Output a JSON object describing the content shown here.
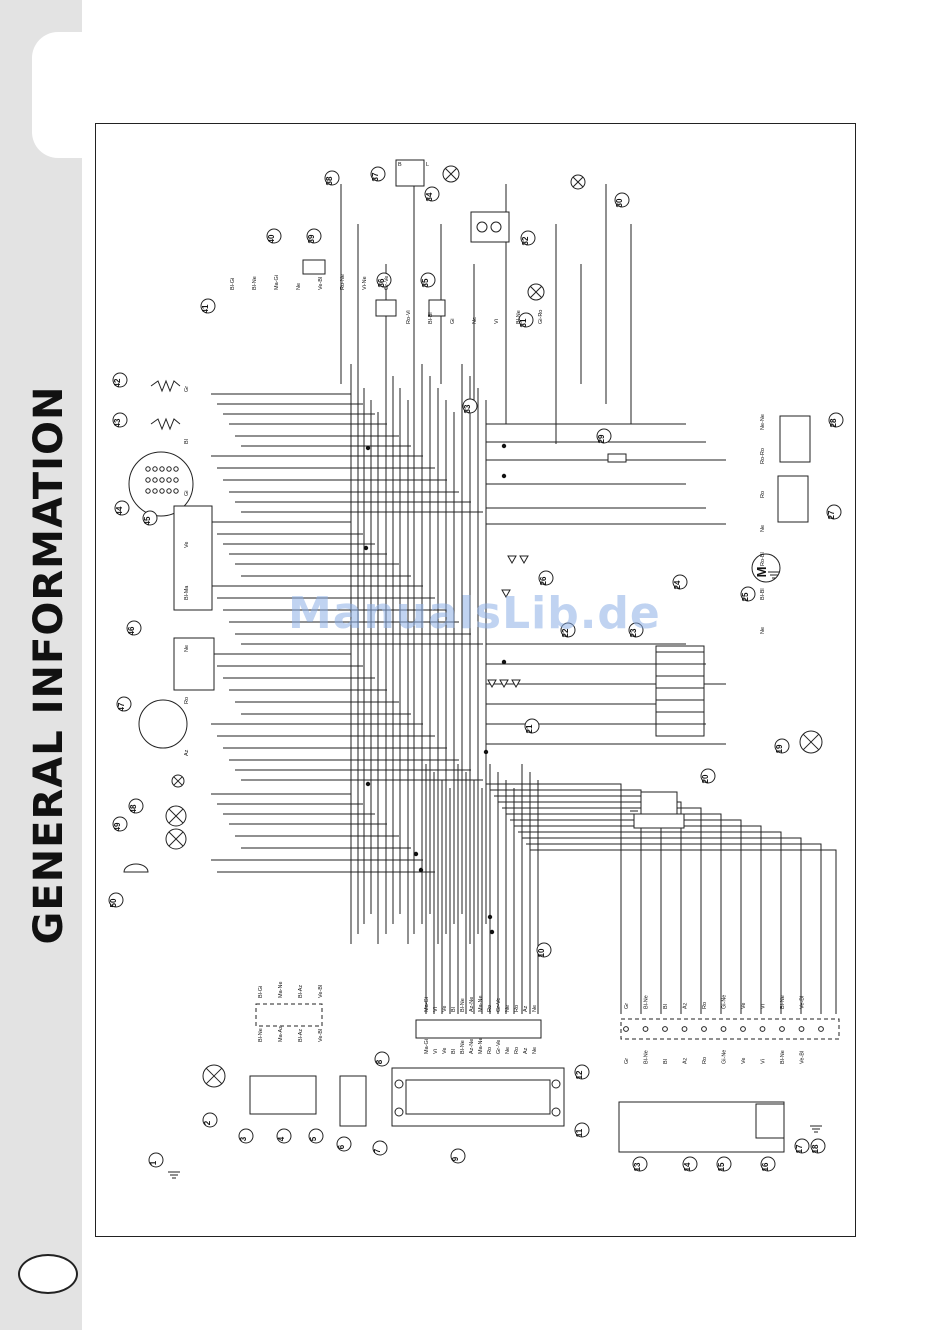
{
  "page": {
    "section_title": "GENERAL INFORMATION",
    "watermark": "ManualsLib.de"
  },
  "diagram": {
    "component_numbers": [
      "1",
      "2",
      "3",
      "4",
      "5",
      "6",
      "7",
      "8",
      "9",
      "10",
      "11",
      "12",
      "13",
      "14",
      "15",
      "16",
      "17",
      "18",
      "19",
      "20",
      "21",
      "22",
      "23",
      "24",
      "25",
      "26",
      "27",
      "28",
      "29",
      "30",
      "31",
      "32",
      "33",
      "34",
      "35",
      "36",
      "37",
      "38",
      "39",
      "40",
      "41",
      "42",
      "43",
      "44",
      "45",
      "46",
      "47",
      "48",
      "49",
      "50"
    ],
    "wire_codes": {
      "bottom_connector_1": [
        "Gr",
        "Bl-Ne",
        "Bl",
        "Az",
        "Ro",
        "Gi-Ne",
        "Ve",
        "Vi",
        "Bl-Ne",
        "Ve-Bl"
      ],
      "bottom_connector_2": [
        "Ma-Gi",
        "Vi",
        "Ve",
        "Bl",
        "Bl-Ne",
        "Az-Ne",
        "Ma-Ne",
        "Ro",
        "Gr-Ve",
        "Ne",
        "Ro",
        "Az",
        "Ne"
      ],
      "bottom_left": [
        "Bl-Gi",
        "Ma-Ne",
        "Bl-Az",
        "Ve-Bl",
        "Bl-Ne",
        "Ma-Az",
        "Bl-Az",
        "Ve-Bl"
      ],
      "left_group": [
        "Gr",
        "Bl",
        "Gi",
        "Ve",
        "Bl-Ma",
        "Ne",
        "Ro",
        "Az"
      ],
      "top_group": [
        "Bl-Gi",
        "Bl-Ne",
        "Ma-Gi",
        "Ne",
        "Ve-Bl",
        "Ro-Ne",
        "Vi-Ne",
        "Gr-Ve",
        "Ro-Vi",
        "Bl-Bl",
        "Gi",
        "Ne",
        "Vi",
        "Bl-Ne",
        "Gi-Ro"
      ],
      "right_group": [
        "Ne-Ne",
        "Ro-Ro",
        "Ro",
        "Ne",
        "Ro-Bl",
        "Bl-Bl",
        "Ne"
      ]
    },
    "connector_labels": [
      "B",
      "L"
    ],
    "motor_symbol": "M"
  }
}
